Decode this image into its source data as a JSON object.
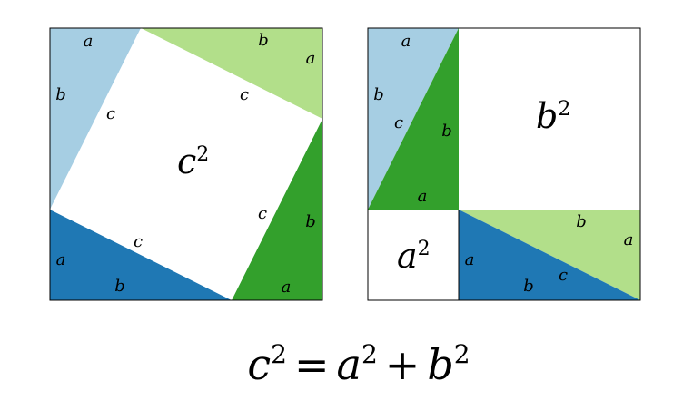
{
  "colors": {
    "light_blue": "#a6cee3",
    "dark_blue": "#1f78b4",
    "light_green": "#b2df8a",
    "dark_green": "#33a02c",
    "white": "#ffffff",
    "stroke": "#000000"
  },
  "left_square": {
    "area_label": {
      "var": "c",
      "exp": "2"
    },
    "labels": {
      "tl_a": "a",
      "tl_b": "b",
      "tl_c": "c",
      "tr_b": "b",
      "tr_a": "a",
      "tr_c": "c",
      "br_b": "b",
      "br_a": "a",
      "br_c": "c",
      "bl_a": "a",
      "bl_b": "b",
      "bl_c": "c"
    }
  },
  "right_square": {
    "big_area_label": {
      "var": "b",
      "exp": "2"
    },
    "small_area_label": {
      "var": "a",
      "exp": "2"
    },
    "labels": {
      "lb_a": "a",
      "lb_b": "b",
      "lb_c": "c",
      "dg_b": "b",
      "dg_a": "a",
      "lg_b": "b",
      "lg_a": "a",
      "db_a": "a",
      "db_b": "b",
      "db_c": "c"
    }
  },
  "equation": {
    "c": "c",
    "c_exp": "2",
    "equals": "=",
    "a": "a",
    "a_exp": "2",
    "plus": "+",
    "b": "b",
    "b_exp": "2"
  }
}
